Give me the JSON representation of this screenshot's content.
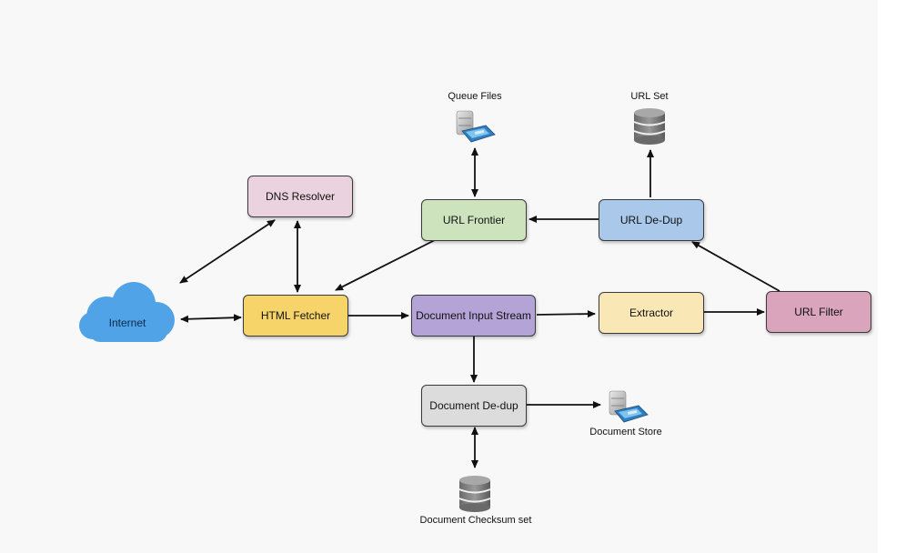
{
  "nodes": {
    "dns_resolver": "DNS Resolver",
    "url_frontier": "URL Frontier",
    "url_dedup": "URL De-Dup",
    "html_fetcher": "HTML Fetcher",
    "document_input_stream": "Document Input Stream",
    "extractor": "Extractor",
    "url_filter": "URL Filter",
    "document_dedup": "Document De-dup",
    "internet": "Internet"
  },
  "stores": {
    "queue_files": "Queue Files",
    "url_set": "URL Set",
    "document_store": "Document Store",
    "document_checksum_set": "Document Checksum set"
  },
  "colors": {
    "dns_resolver": "#ead3de",
    "url_frontier": "#cde3bd",
    "url_dedup": "#a9c8ea",
    "html_fetcher": "#f7d46a",
    "document_input_stream": "#b3a3d6",
    "extractor": "#f9e7b6",
    "url_filter": "#d9a4bc",
    "document_dedup": "#dcdcdc",
    "cloud": "#4fa3e6"
  },
  "icons": {
    "queue_files": "server-storage-icon",
    "url_set": "database-icon",
    "document_store": "server-storage-icon",
    "document_checksum_set": "database-icon",
    "internet": "cloud-icon"
  }
}
